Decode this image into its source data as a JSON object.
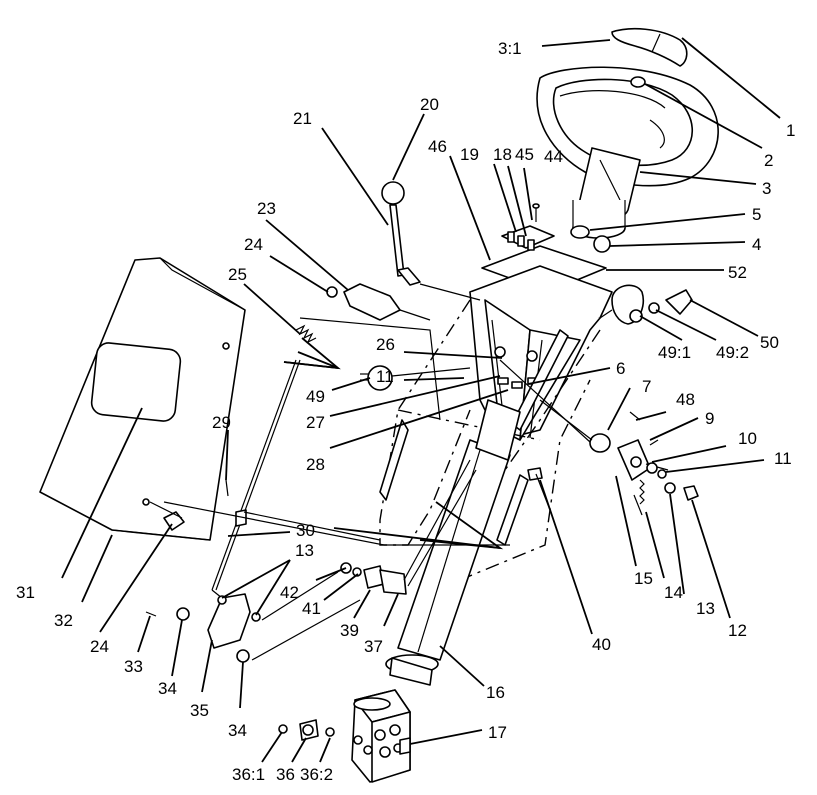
{
  "callouts": [
    {
      "id": "c-3-1",
      "text": "3:1"
    },
    {
      "id": "c-1",
      "text": "1"
    },
    {
      "id": "c-2",
      "text": "2"
    },
    {
      "id": "c-3",
      "text": "3"
    },
    {
      "id": "c-5",
      "text": "5"
    },
    {
      "id": "c-4",
      "text": "4"
    },
    {
      "id": "c-52",
      "text": "52"
    },
    {
      "id": "c-20",
      "text": "20"
    },
    {
      "id": "c-21",
      "text": "21"
    },
    {
      "id": "c-46",
      "text": "46"
    },
    {
      "id": "c-19",
      "text": "19"
    },
    {
      "id": "c-18",
      "text": "18"
    },
    {
      "id": "c-45",
      "text": "45"
    },
    {
      "id": "c-44",
      "text": "44"
    },
    {
      "id": "c-23",
      "text": "23"
    },
    {
      "id": "c-24a",
      "text": "24"
    },
    {
      "id": "c-25",
      "text": "25"
    },
    {
      "id": "c-26",
      "text": "26"
    },
    {
      "id": "c-11a",
      "text": "11"
    },
    {
      "id": "c-49",
      "text": "49"
    },
    {
      "id": "c-6",
      "text": "6"
    },
    {
      "id": "c-7",
      "text": "7"
    },
    {
      "id": "c-48",
      "text": "48"
    },
    {
      "id": "c-9",
      "text": "9"
    },
    {
      "id": "c-10",
      "text": "10"
    },
    {
      "id": "c-11b",
      "text": "11"
    },
    {
      "id": "c-49-1",
      "text": "49:1"
    },
    {
      "id": "c-49-2",
      "text": "49:2"
    },
    {
      "id": "c-50",
      "text": "50"
    },
    {
      "id": "c-27",
      "text": "27"
    },
    {
      "id": "c-28",
      "text": "28"
    },
    {
      "id": "c-29",
      "text": "29"
    },
    {
      "id": "c-30",
      "text": "30"
    },
    {
      "id": "c-13a",
      "text": "13"
    },
    {
      "id": "c-42",
      "text": "42"
    },
    {
      "id": "c-41",
      "text": "41"
    },
    {
      "id": "c-39",
      "text": "39"
    },
    {
      "id": "c-37",
      "text": "37"
    },
    {
      "id": "c-40",
      "text": "40"
    },
    {
      "id": "c-15",
      "text": "15"
    },
    {
      "id": "c-14",
      "text": "14"
    },
    {
      "id": "c-13b",
      "text": "13"
    },
    {
      "id": "c-12",
      "text": "12"
    },
    {
      "id": "c-31",
      "text": "31"
    },
    {
      "id": "c-32",
      "text": "32"
    },
    {
      "id": "c-24b",
      "text": "24"
    },
    {
      "id": "c-33",
      "text": "33"
    },
    {
      "id": "c-34a",
      "text": "34"
    },
    {
      "id": "c-35",
      "text": "35"
    },
    {
      "id": "c-34b",
      "text": "34"
    },
    {
      "id": "c-16",
      "text": "16"
    },
    {
      "id": "c-17",
      "text": "17"
    },
    {
      "id": "c-36-1",
      "text": "36:1"
    },
    {
      "id": "c-36",
      "text": "36"
    },
    {
      "id": "c-36-2",
      "text": "36:2"
    }
  ]
}
